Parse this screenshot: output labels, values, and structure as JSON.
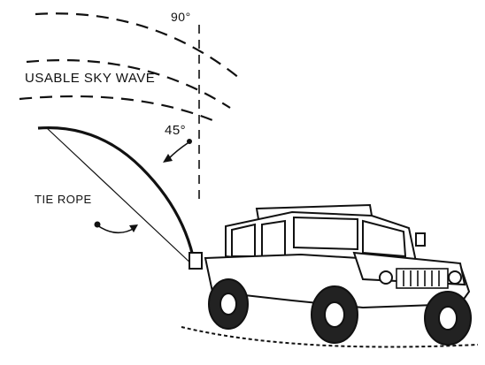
{
  "labels": {
    "angle_90": "90°",
    "usable_sky_wave": "USABLE SKY WAVE",
    "angle_45": "45°",
    "tie_rope": "TIE ROPE"
  },
  "colors": {
    "ink": "#111111",
    "paper": "#ffffff"
  }
}
